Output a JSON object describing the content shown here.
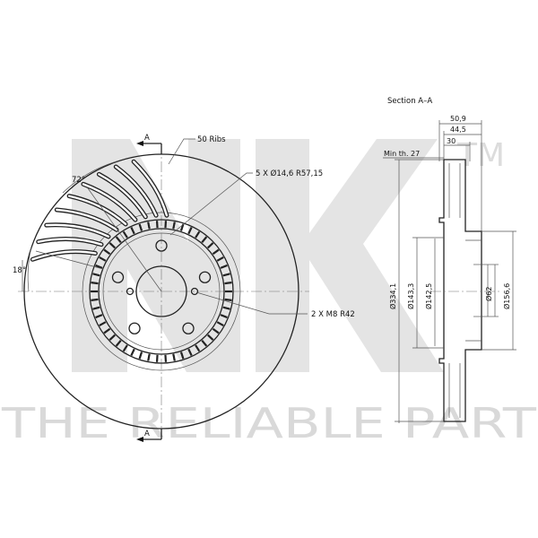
{
  "brand": {
    "logo_text": "NK",
    "tm": "TM",
    "slogan": "THE RELIABLE PART"
  },
  "front_view": {
    "section_marker_top": "A",
    "section_marker_bottom": "A",
    "ribs_label": "50 Ribs",
    "bolt_holes_label": "5 X Ø14,6 R57,15",
    "threaded_holes_label": "2 X M8 R42",
    "angle_72_label": "72°",
    "angle_18_label": "18°"
  },
  "section_view": {
    "title": "Section A–A",
    "dim_width_total": "50,9",
    "dim_width_44": "44,5",
    "dim_width_30": "30",
    "min_thickness": "Min th. 27",
    "dia_outer": "Ø334,1",
    "dia_143": "Ø143,3",
    "dia_142": "Ø142,5",
    "dia_hub": "Ø62",
    "dia_hat": "Ø156,6"
  },
  "colors": {
    "line": "#222222",
    "watermark": "#e4e4e4"
  }
}
